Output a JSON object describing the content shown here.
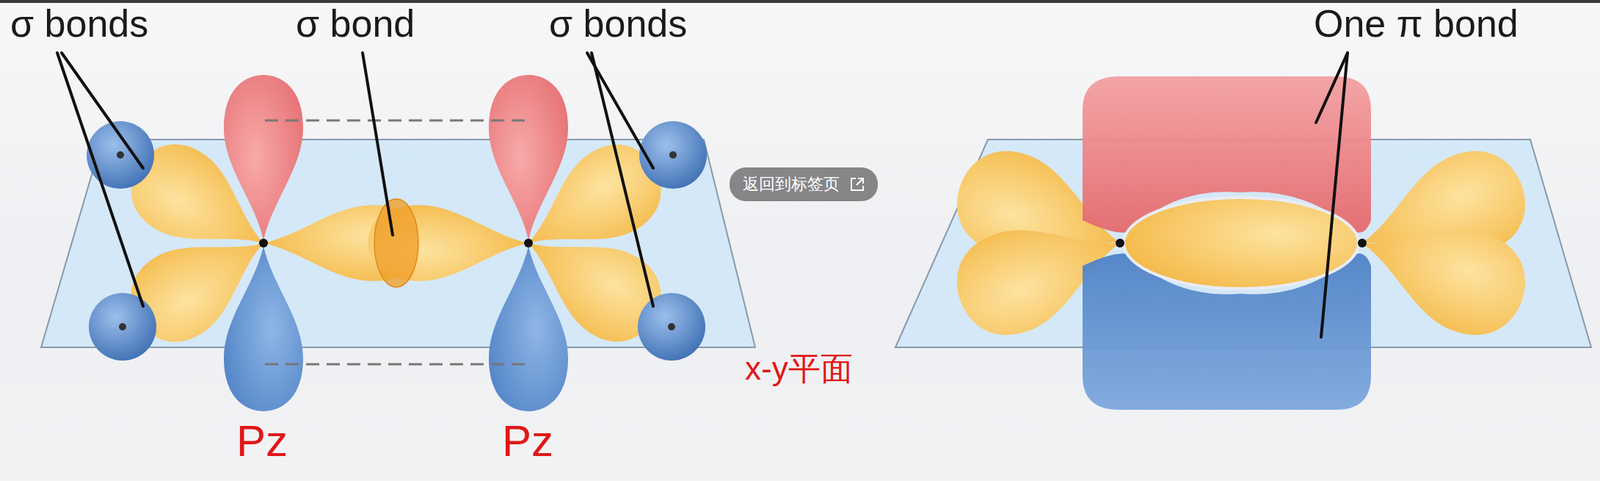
{
  "diagram": {
    "nodes": [
      {
        "text": [
          "返回到标签页"
        ]
      }
    ],
    "labels": [
      "σ bonds",
      "σ bond",
      "σ bonds",
      "One π bond",
      "x-y平面",
      "Pz",
      "Pz"
    ]
  }
}
